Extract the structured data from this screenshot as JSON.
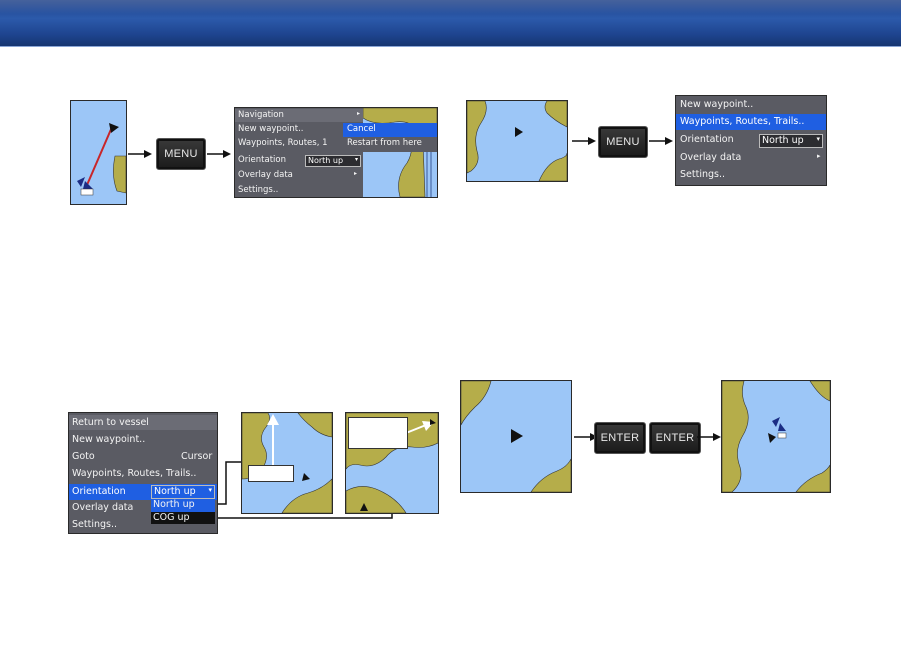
{
  "colors": {
    "water": "#9cc6f7",
    "land": "#b5ad4a",
    "menu_bg": "#5a5b63",
    "highlight": "#1f5fe2",
    "banner": "#244c9c"
  },
  "buttons": {
    "menu": "MENU",
    "enter": "ENTER"
  },
  "nav_menu": {
    "navigation": "Navigation",
    "new_waypoint": "New waypoint..",
    "waypoints_routes": "Waypoints, Routes, 1",
    "orientation": "Orientation",
    "orientation_value": "North up",
    "overlay": "Overlay data",
    "settings": "Settings..",
    "cancel": "Cancel",
    "restart": "Restart from here"
  },
  "main_menu": {
    "new_waypoint": "New waypoint..",
    "waypoints": "Waypoints, Routes, Trails..",
    "orientation": "Orientation",
    "orientation_value": "North up",
    "overlay": "Overlay data",
    "settings": "Settings.."
  },
  "orient_menu": {
    "return": "Return to vessel",
    "new_waypoint": "New waypoint..",
    "goto": "Goto",
    "goto_value": "Cursor",
    "waypoints": "Waypoints, Routes, Trails..",
    "orientation": "Orientation",
    "orientation_value": "North up",
    "overlay": "Overlay data",
    "settings": "Settings..",
    "option_north": "North up",
    "option_cog": "COG up"
  }
}
